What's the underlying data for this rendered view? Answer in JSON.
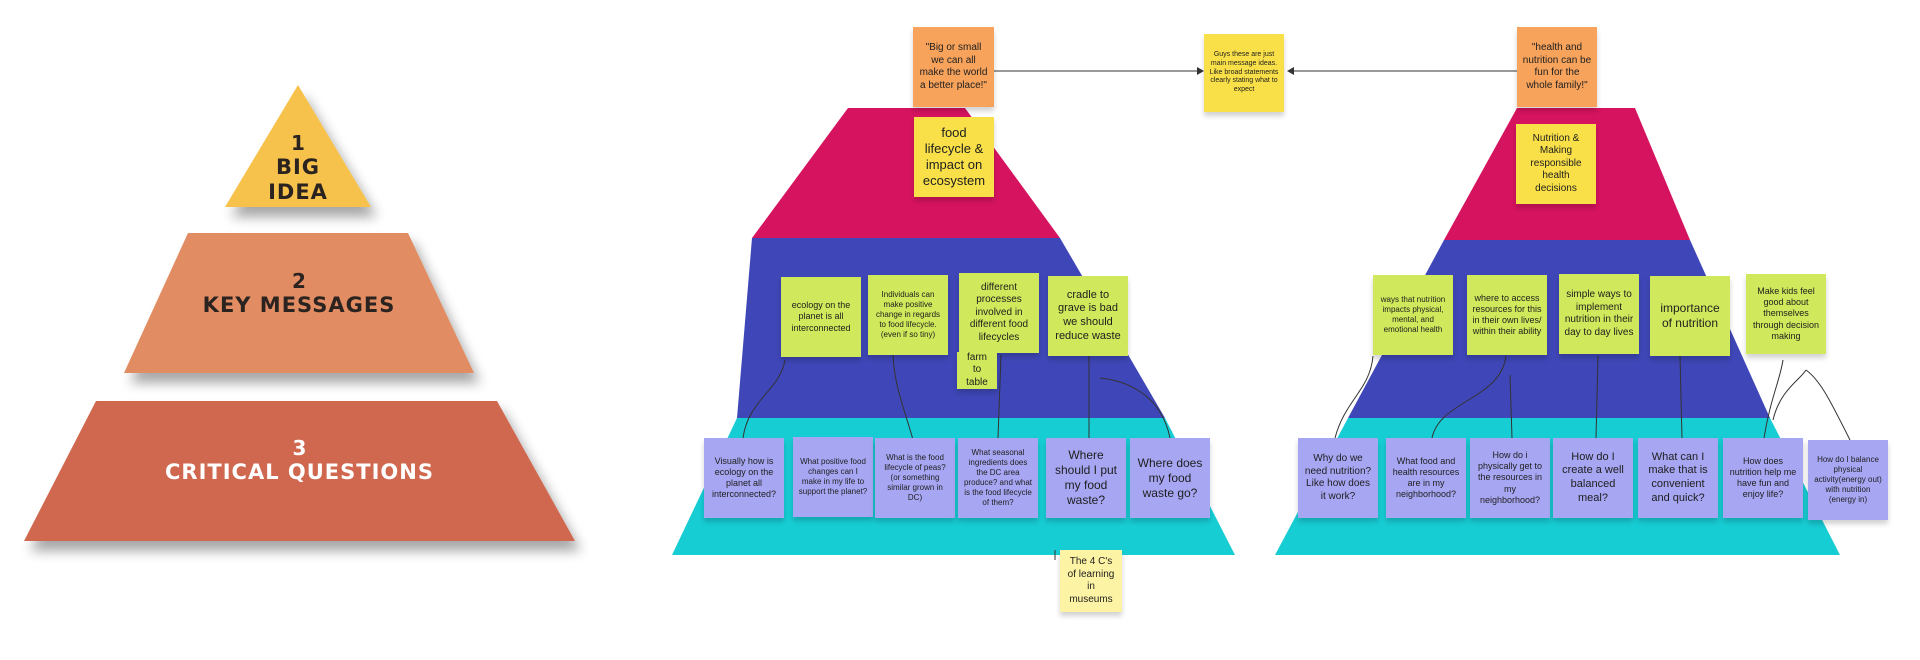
{
  "legend": {
    "tiers": [
      {
        "number": "1",
        "label": "BIG IDEA"
      },
      {
        "number": "2",
        "label": "KEY MESSAGES"
      },
      {
        "number": "3",
        "label": "CRITICAL QUESTIONS"
      }
    ],
    "colors": {
      "top": "#f6c24c",
      "middle": "#e18c62",
      "bottom": "#d0684f",
      "label_dark": "#2b2320",
      "label_light": "#ffffff"
    }
  },
  "pyramid_colors": {
    "top": "#d6135f",
    "middle": "#3f47b8",
    "bottom": "#17cdd4"
  },
  "center_note": "Guys these are just main message ideas. Like broad statements clearly stating what to expect",
  "left_pyramid": {
    "big_idea_quote": "\"Big or small we can all make the world a better place!\"",
    "big_idea": "food lifecycle & impact on ecosystem",
    "key_messages": [
      "ecology on the planet is all interconnected",
      "Individuals can make positive change in regards to food lifecycle. (even if so tiny)",
      "different processes involved in different food lifecycles",
      "cradle to grave is bad we should reduce waste"
    ],
    "sub_note": "farm to table",
    "questions": [
      "Visually how is ecology on the planet all interconnected?",
      "What positive food changes can I make in my life to support the planet?",
      "What is the food lifecycle of peas? (or something similar grown in DC)",
      "What seasonal ingredients does the DC area produce? and what is the food lifecycle of them?",
      "Where should I put my food waste?",
      "Where does my food waste go?"
    ],
    "footer_note": "The 4 C's of learning in museums"
  },
  "right_pyramid": {
    "big_idea_quote": "\"health and nutrition can be fun for the whole family!\"",
    "big_idea": "Nutrition & Making responsible health decisions",
    "key_messages": [
      "ways that nutrition impacts physical, mental, and emotional health",
      "where to access resources for this in their own lives/ within their ability",
      "simple ways to implement nutrition in their day to day lives",
      "importance of nutrition"
    ],
    "side_message": "Make kids feel good about themselves through decision making",
    "questions": [
      "Why do we need nutrition? Like how does it work?",
      "What food and health resources are in my neighborhood?",
      "How do i physically get to the resources in my neighborhood?",
      "How do I create a well balanced meal?",
      "What can I make that is convenient and quick?",
      "How does nutrition help me have fun and enjoy life?",
      "How do I balance physical activity(energy out) with nutrition (energy in)"
    ]
  }
}
